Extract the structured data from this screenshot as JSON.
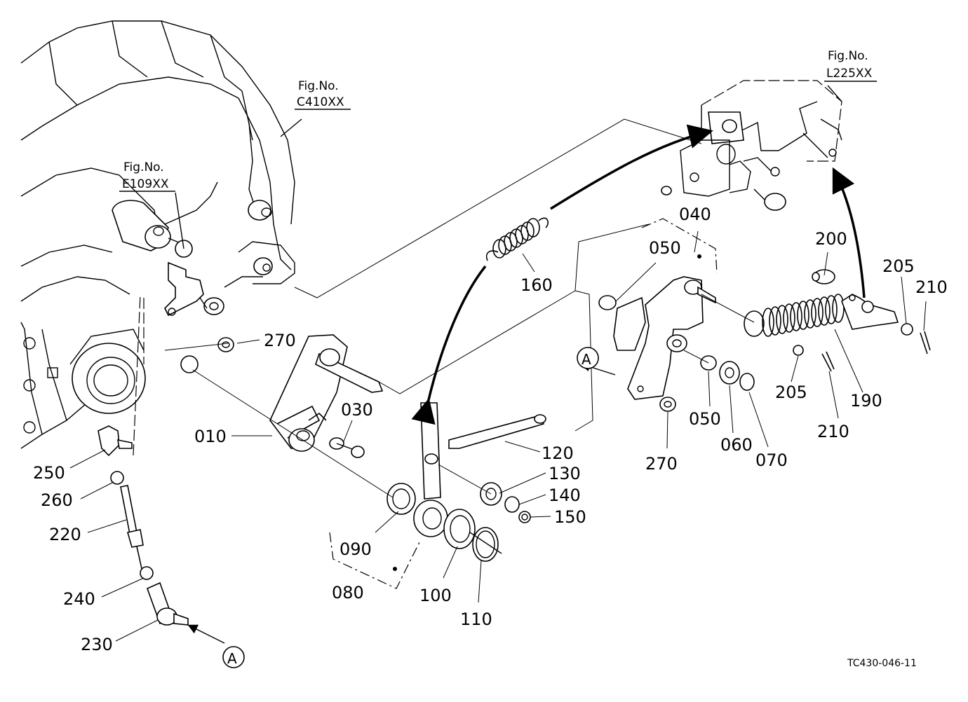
{
  "figure_refs": [
    {
      "id": "fig-c410",
      "line1": "Fig.No.",
      "line2": "C410XX"
    },
    {
      "id": "fig-e109",
      "line1": "Fig.No.",
      "line2": "E109XX"
    },
    {
      "id": "fig-l225",
      "line1": "Fig.No.",
      "line2": "L225XX"
    }
  ],
  "part_labels": {
    "p010": "010",
    "p030": "030",
    "p040": "040",
    "p050a": "050",
    "p050b": "050",
    "p060": "060",
    "p070": "070",
    "p080": "080",
    "p090": "090",
    "p100": "100",
    "p110": "110",
    "p120": "120",
    "p130": "130",
    "p140": "140",
    "p150": "150",
    "p160": "160",
    "p190": "190",
    "p200": "200",
    "p205a": "205",
    "p205b": "205",
    "p210a": "210",
    "p210b": "210",
    "p220": "220",
    "p230": "230",
    "p240": "240",
    "p250": "250",
    "p260": "260",
    "p270a": "270",
    "p270b": "270"
  },
  "callouts": {
    "a1": "A",
    "a2": "A"
  },
  "drawing_code": "TC430-046-11"
}
